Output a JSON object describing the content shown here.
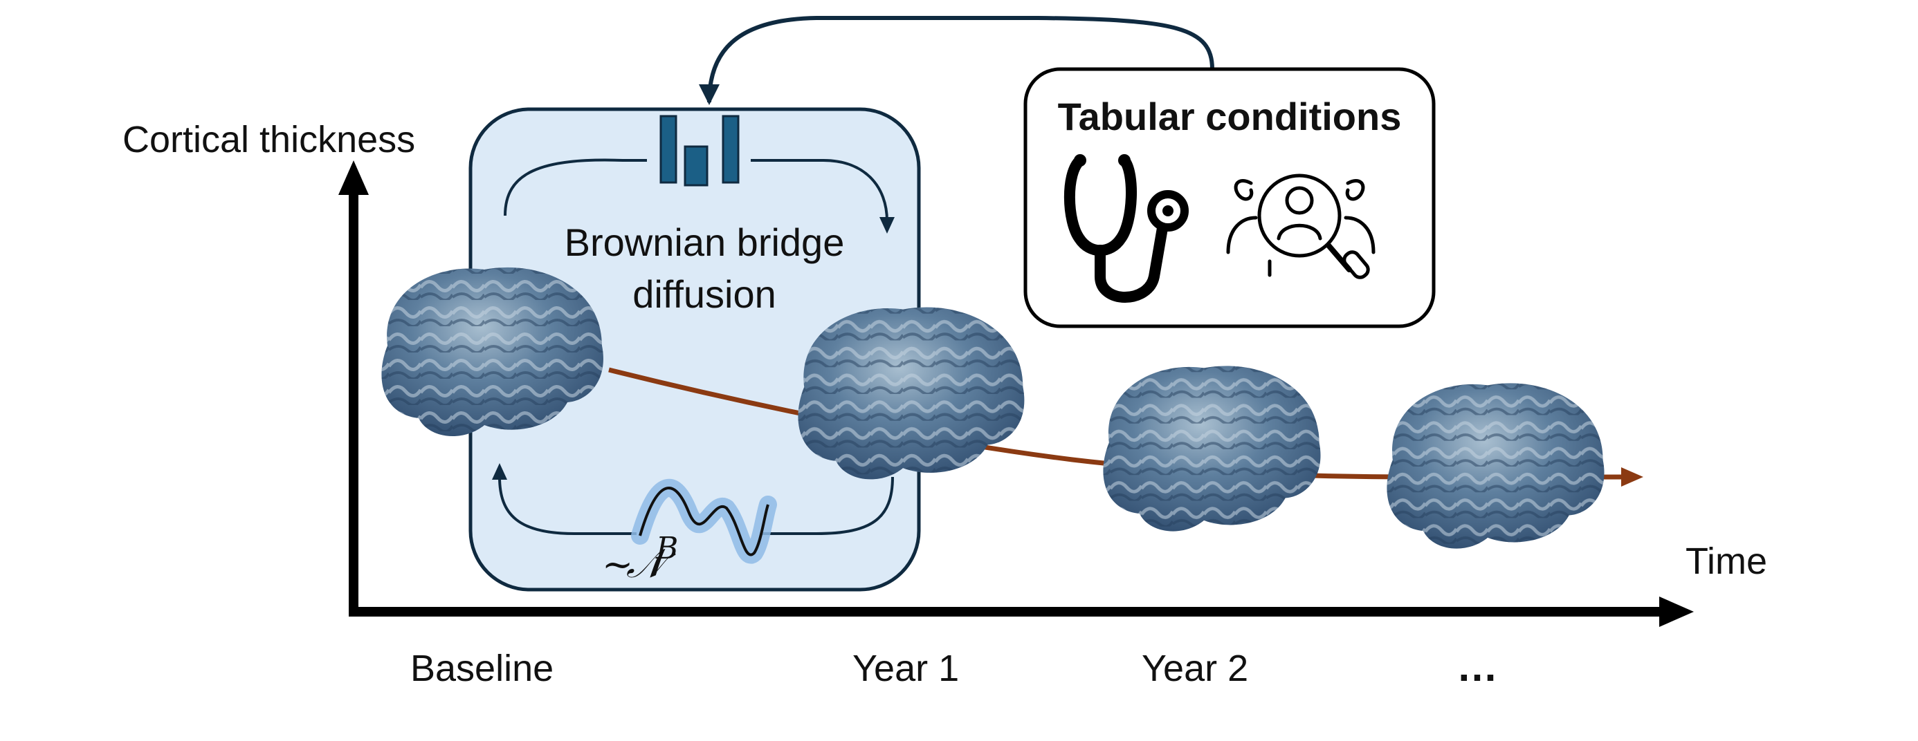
{
  "axes": {
    "y_label": "Cortical thickness",
    "x_label": "Time"
  },
  "timepoints": [
    "Baseline",
    "Year 1",
    "Year 2",
    "…"
  ],
  "diffusion_box": {
    "title_line1": "Brownian bridge",
    "title_line2": "diffusion",
    "noise_prefix": "~",
    "noise_symbol": "𝒩",
    "noise_superscript": "B",
    "icon": "network-block-icon"
  },
  "conditions_box": {
    "title": "Tabular conditions",
    "icons": [
      "stethoscope-icon",
      "people-search-icon"
    ]
  },
  "colors": {
    "trajectory": "#8B3A12",
    "box_fill": "#DCEAF7",
    "box_stroke": "#0F2A40",
    "network_block": "#1B5F86",
    "brain": "#4C6E8E",
    "noise_glow": "#8FBBE6"
  }
}
